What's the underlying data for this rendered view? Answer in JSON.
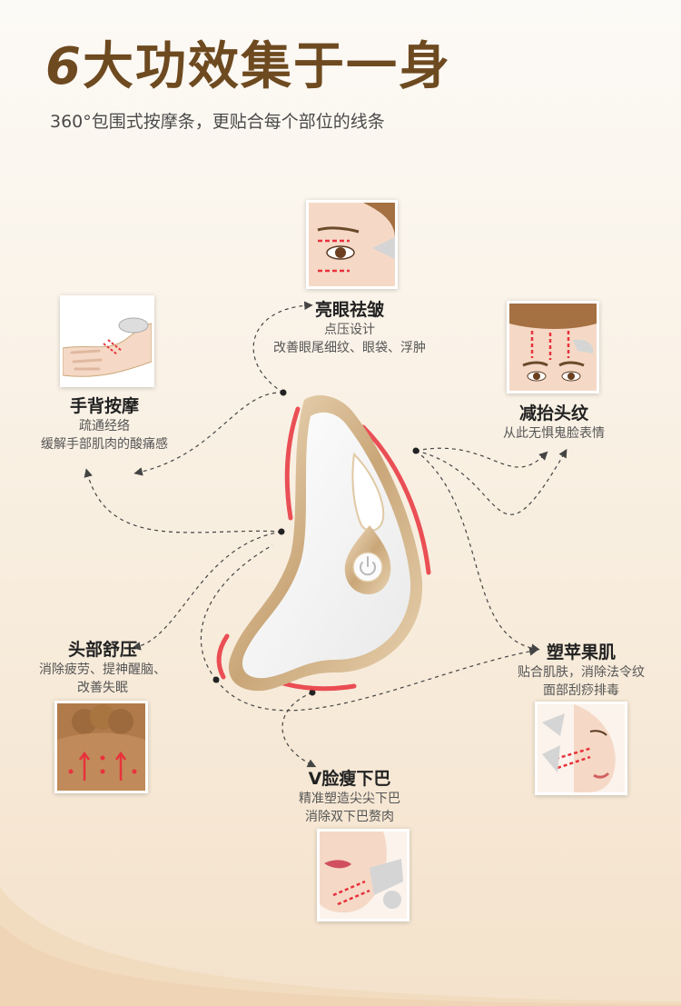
{
  "header": {
    "title_num": "6",
    "title_text": "大功效集于一身",
    "subtitle": "360°包围式按摩条，更贴合每个部位的线条"
  },
  "features": {
    "eye": {
      "title": "亮眼祛皱",
      "line1": "点压设计",
      "line2": "改善眼尾细纹、眼袋、浮肿"
    },
    "hand": {
      "title": "手背按摩",
      "line1": "疏通经络",
      "line2": "缓解手部肌肉的酸痛感"
    },
    "forehead": {
      "title": "减抬头纹",
      "line1": "从此无惧鬼脸表情"
    },
    "head": {
      "title": "头部舒压",
      "line1": "消除疲劳、提神醒脑、",
      "line2": "改善失眠"
    },
    "apple": {
      "title": "塑苹果肌",
      "line1": "贴合肌肤，消除法令纹",
      "line2": "面部刮痧排毒"
    },
    "chin": {
      "title": "V脸瘦下巴",
      "line1": "精准塑造尖尖下巴",
      "line2": "消除双下巴赘肉"
    }
  },
  "colors": {
    "title": "#6e4a20",
    "accent_gold": "#c9a678",
    "glow_red": "#e8323c",
    "skin": "#f5d9c6",
    "hair": "#a57042"
  },
  "icons": {
    "device": "gua-sha-massager",
    "power": "power-icon"
  }
}
